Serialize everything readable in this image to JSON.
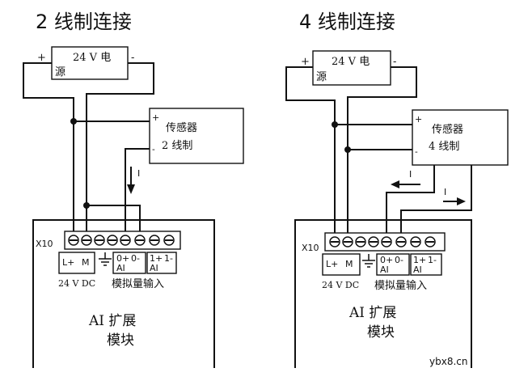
{
  "diagrams": [
    {
      "title": "2 线制连接",
      "power": {
        "line1": "24 V 电",
        "line2": "源",
        "plus": "+",
        "minus": "-"
      },
      "sensor": {
        "line1": "传感器",
        "line2": "2 线制",
        "plus": "+",
        "minus": "-"
      },
      "current": "I",
      "terminal_block": "X10",
      "labels": {
        "lp": "L+",
        "m": "M",
        "a0p": "0+",
        "a0m": "0-",
        "ai0": "AI",
        "a1p": "1+",
        "a1m": "1-",
        "ai1": "AI"
      },
      "supply_label": "24 V DC",
      "input_label": "模拟量输入",
      "module": {
        "line1": "AI 扩展",
        "line2": "模块"
      }
    },
    {
      "title": "4 线制连接",
      "power": {
        "line1": "24 V 电",
        "line2": "源",
        "plus": "+",
        "minus": "-"
      },
      "sensor": {
        "line1": "传感器",
        "line2": "4 线制",
        "plus": "+",
        "minus": "-"
      },
      "current_in": "I",
      "current_out": "I",
      "terminal_block": "X10",
      "labels": {
        "lp": "L+",
        "m": "M",
        "a0p": "0+",
        "a0m": "0-",
        "ai0": "AI",
        "a1p": "1+",
        "a1m": "1-",
        "ai1": "AI"
      },
      "supply_label": "24 V DC",
      "input_label": "模拟量输入",
      "module": {
        "line1": "AI 扩展",
        "line2": "模块"
      }
    }
  ],
  "watermark": "ybx8.cn"
}
